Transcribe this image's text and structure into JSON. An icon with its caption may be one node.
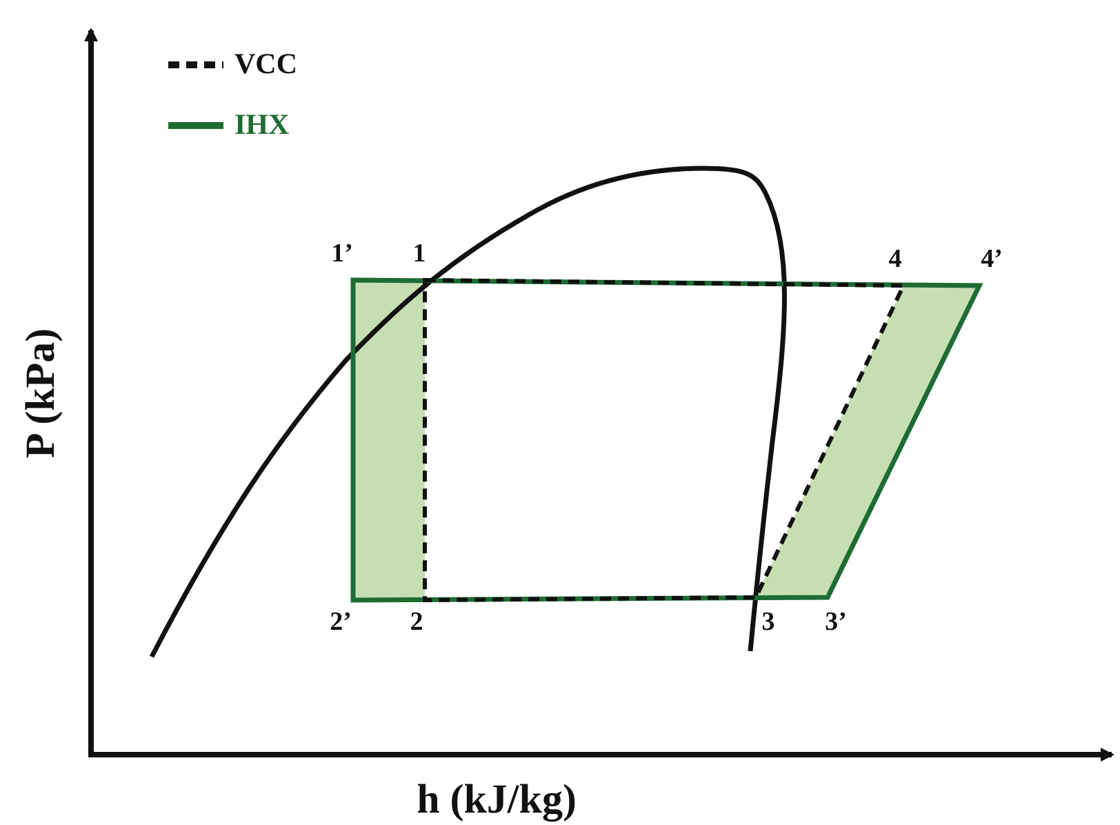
{
  "diagram": {
    "labels": [
      "1’",
      "1",
      "4",
      "4’",
      "2’",
      "2",
      "3",
      "3’",
      "P (kPa)",
      "h (kJ/kg)"
    ],
    "legend": [
      {
        "text": "VCC"
      },
      {
        "text": "IHX"
      }
    ]
  }
}
